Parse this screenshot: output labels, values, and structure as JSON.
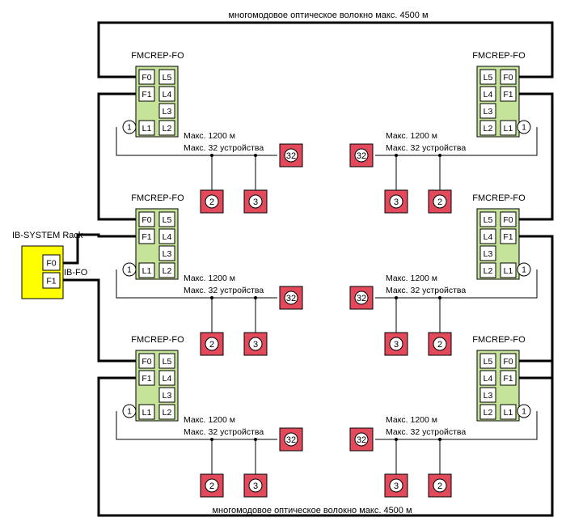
{
  "diagram": {
    "top_label": "многомодовое оптическое волокно макс. 4500 м",
    "bottom_label": "многомодовое оптическое волокно макс. 4500 м",
    "rack": {
      "title": "IB-SYSTEM Rack",
      "port0": "F0",
      "port1": "F1",
      "link_label": "IB-FO",
      "color": "#ffff00"
    },
    "repeater": {
      "title": "FMCREP-FO",
      "ports": [
        "F0",
        "F1",
        "L1",
        "L2",
        "L3",
        "L4",
        "L5"
      ],
      "color": "#c6e39a"
    },
    "segment": {
      "max_len": "Макс. 1200 м",
      "max_dev": "Макс. 32 устройства",
      "termination": "1",
      "devices": [
        "2",
        "3",
        "32"
      ],
      "device_color": "#e24a5c"
    }
  }
}
